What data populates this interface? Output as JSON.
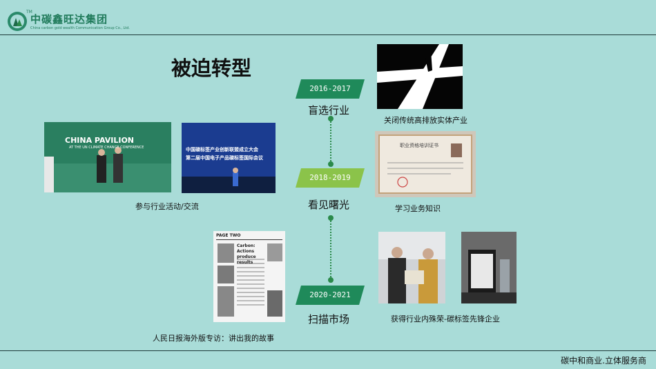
{
  "brand": {
    "name_cn": "中碳鑫旺达集团",
    "name_en": "China carbon gold wealth Communication Group Co., Ltd.",
    "tm": "TM"
  },
  "page_title": "被迫转型",
  "timeline": [
    {
      "year": "2016-2017",
      "stage": "盲选行业"
    },
    {
      "year": "2018-2019",
      "stage": "看见曙光"
    },
    {
      "year": "2020-2021",
      "stage": "扫描市场"
    }
  ],
  "captions": {
    "close_industry": "关闭传统高排放实体产业",
    "learn": "学习业务知识",
    "activities": "参与行业活动/交流",
    "award": "获得行业内殊荣-碳标签先锋企业",
    "newspaper": "人民日报海外版专访：讲出我的故事"
  },
  "photo_text": {
    "pavilion_title": "CHINA PAVILION",
    "pavilion_sub": "AT THE UN CLIMATE CHANGE CONFERENCE",
    "conference_line1": "中国碳标签产业创新联盟成立大会",
    "conference_line2": "第二届中国电子产品碳标签国际会议",
    "certificate_title": "职业资格培训证书",
    "newspaper_header": "PAGE TWO",
    "newspaper_headline": "Carbon: Actions produce results"
  },
  "footer": "碳中和商业.立体服务商",
  "colors": {
    "background": "#a9dcd8",
    "accent_green": "#1f8a5a",
    "year_green_1": "#1f8a5a",
    "year_green_2": "#8bc34a",
    "year_green_3": "#1f8a5a"
  }
}
